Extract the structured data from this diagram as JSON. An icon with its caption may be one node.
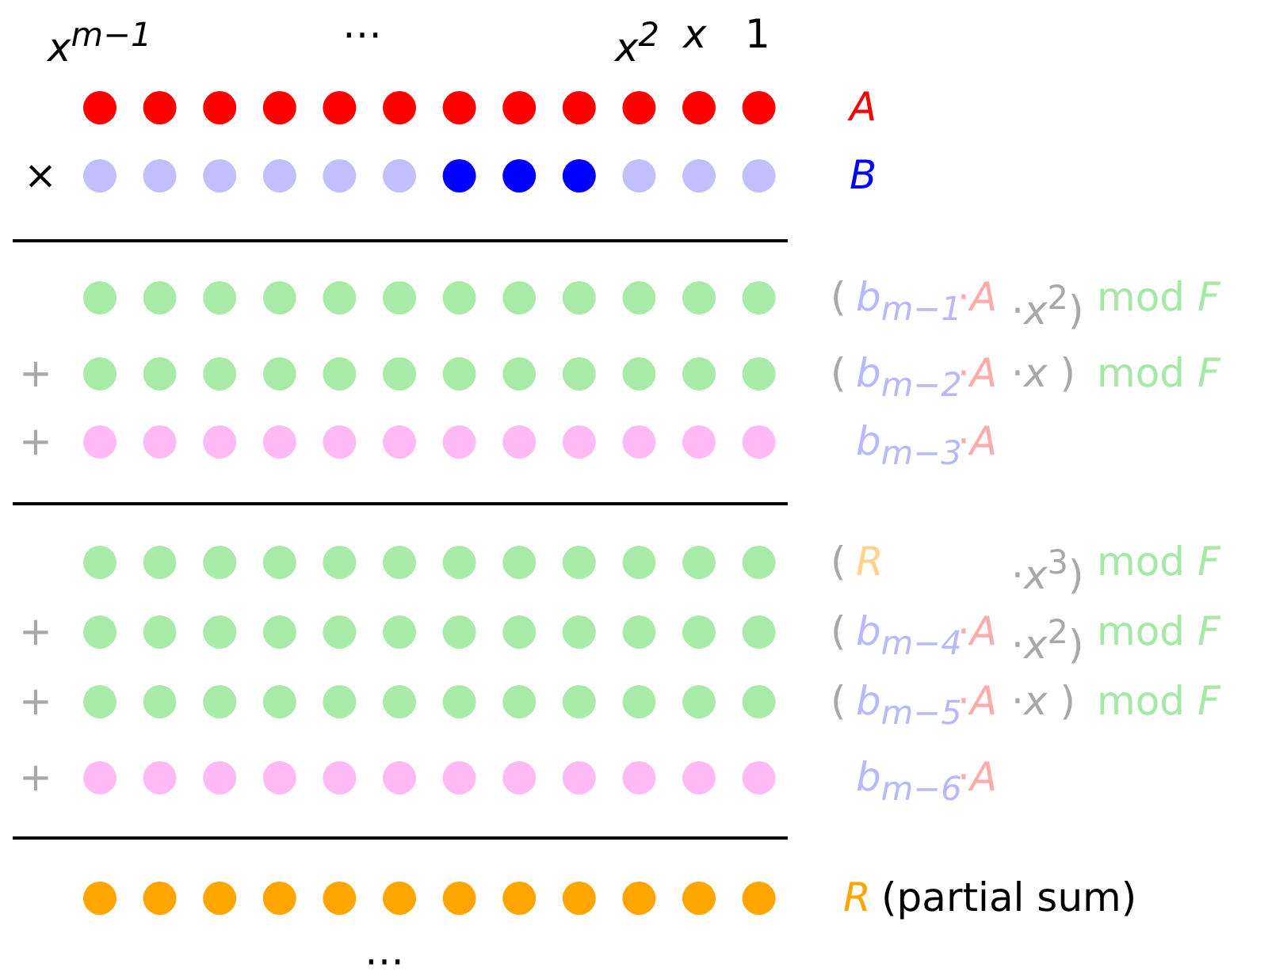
{
  "diagram": {
    "labels": [
      "x$^{m−1}$",
      "⋯",
      "x$^{2}$",
      "x",
      "1",
      "A",
      "×",
      "B",
      "(",
      "b$_{m−1}$",
      "·*A*",
      "·*x*$^{2}$)",
      "mod *F*",
      "+",
      "(",
      "b$_{m−2}$",
      "·*A*",
      "·*x* )",
      "mod *F*",
      "+",
      "b$_{m−3}$",
      "·*A*",
      "(",
      "R",
      "·*x*$^{3}$)",
      "mod *F*",
      "+",
      "(",
      "b$_{m−4}$",
      "·*A*",
      "·*x*$^{2}$)",
      "mod *F*",
      "+",
      "(",
      "b$_{m−5}$",
      "·*A*",
      "·*x* )",
      "mod *F*",
      "+",
      "b$_{m−6}$",
      "·*A*",
      "R",
      "(partial sum)",
      "⋯"
    ]
  }
}
